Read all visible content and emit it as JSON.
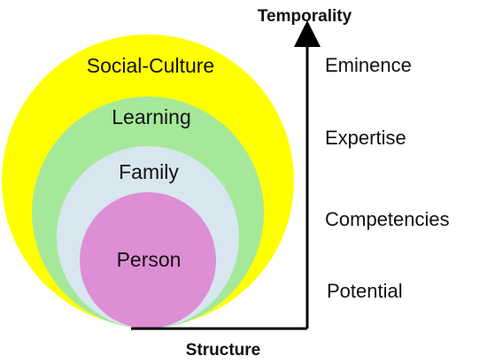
{
  "circles": {
    "outer": {
      "label": "Social-Culture",
      "color": "#ffff00"
    },
    "second": {
      "label": "Learning",
      "color": "#a6e89a"
    },
    "third": {
      "label": "Family",
      "color": "#d8e6f0"
    },
    "inner": {
      "label": "Person",
      "color": "#de8ed4"
    }
  },
  "axes": {
    "vertical_title": "Temporality",
    "horizontal_title": "Structure"
  },
  "stages": [
    "Eminence",
    "Expertise",
    "Competencies",
    "Potential"
  ]
}
